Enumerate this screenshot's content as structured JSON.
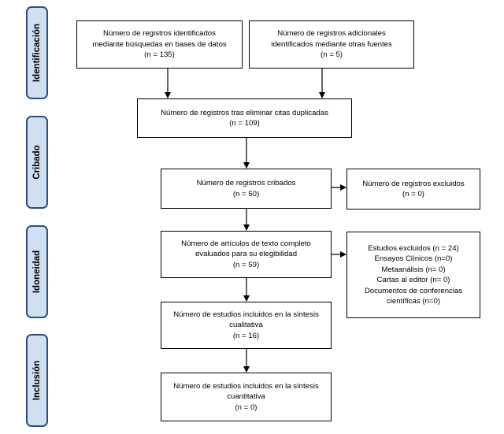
{
  "phases": {
    "identificacion": "Identificación",
    "cribado": "Cribado",
    "idoneidad": "Idoneidad",
    "inclusion": "Inclusión"
  },
  "boxes": {
    "db_records": [
      "Número de registros identificados",
      "mediante búsquedas en bases de datos",
      "(n = 135)"
    ],
    "other_records": [
      "Número de registros adicionales",
      "identificados mediante otras fuentes",
      "(n = 5)"
    ],
    "deduplicated": [
      "Número de registros tras eliminar citas duplicadas",
      "(n = 109)"
    ],
    "screened": [
      "Número de registros cribados",
      "(n = 50)"
    ],
    "excluded_records": [
      "Número de registros excluidos",
      "(n = 0)"
    ],
    "fulltext": [
      "Número de artículos de texto completo",
      "evaluados para su elegibilidad",
      "(n = 59)"
    ],
    "excluded_studies": [
      "Estudios excluidos (n = 24)",
      "Ensayos Clínicos (n=0)",
      "Metaanálisis (n= 0)",
      "Cartas al editor (n= 0)",
      "Documentos de conferencias",
      "científicas (n=0)"
    ],
    "qualitative": [
      "Número de estudios incluidos en la síntesis",
      "cualitativa",
      "(n = 16)"
    ],
    "quantitative": [
      "Número de estudios incluidos en la síntesis",
      "cuantitativa",
      "(n = 0)"
    ]
  }
}
